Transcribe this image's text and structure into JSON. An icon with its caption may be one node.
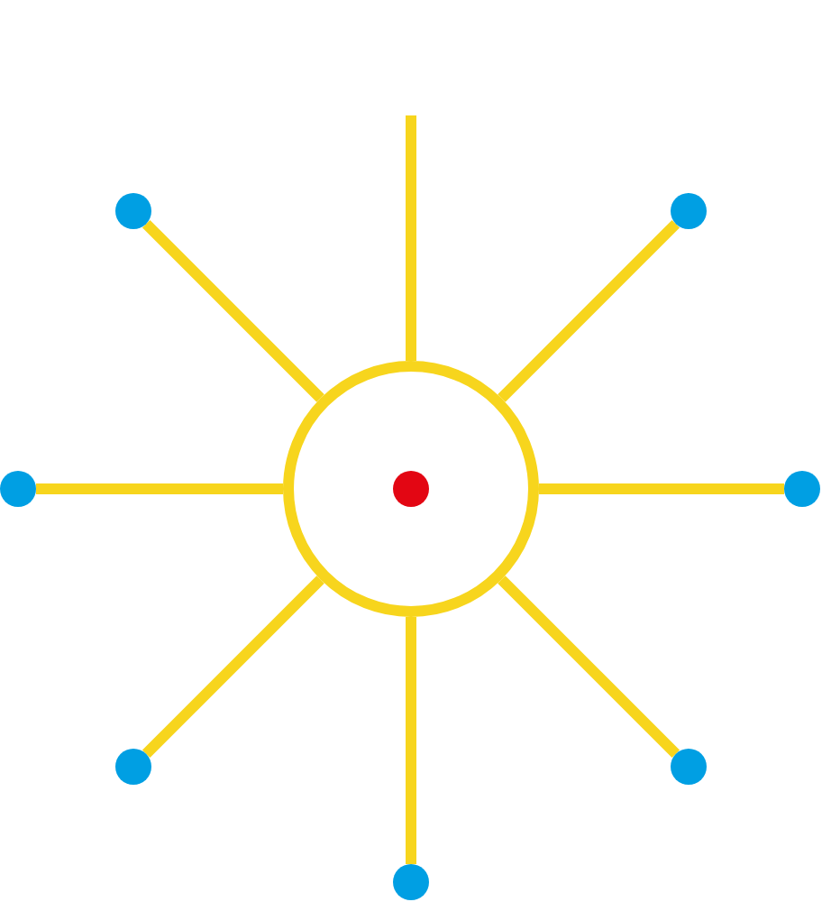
{
  "diagram": {
    "nodes": [
      {
        "text": [],
        "shape": "circle"
      },
      {
        "text": [],
        "shape": "circle",
        "in": 0
      },
      {
        "text": [],
        "shape": "circle"
      },
      {
        "text": [],
        "shape": "circle"
      },
      {
        "text": [],
        "shape": "circle"
      },
      {
        "text": [],
        "shape": "circle"
      },
      {
        "text": [],
        "shape": "circle"
      },
      {
        "text": [],
        "shape": "circle"
      },
      {
        "text": [],
        "shape": "circle"
      }
    ],
    "edges": [
      {
        "from": 0,
        "to": null,
        "arrow": "none"
      },
      {
        "from": 0,
        "to": 2,
        "arrow": "none"
      },
      {
        "from": 0,
        "to": 3,
        "arrow": "none"
      },
      {
        "from": 0,
        "to": 4,
        "arrow": "none"
      },
      {
        "from": 0,
        "to": 5,
        "arrow": "none"
      },
      {
        "from": 0,
        "to": 6,
        "arrow": "none"
      },
      {
        "from": 0,
        "to": 7,
        "arrow": "none"
      },
      {
        "from": 0,
        "to": 8,
        "arrow": "none"
      }
    ]
  }
}
